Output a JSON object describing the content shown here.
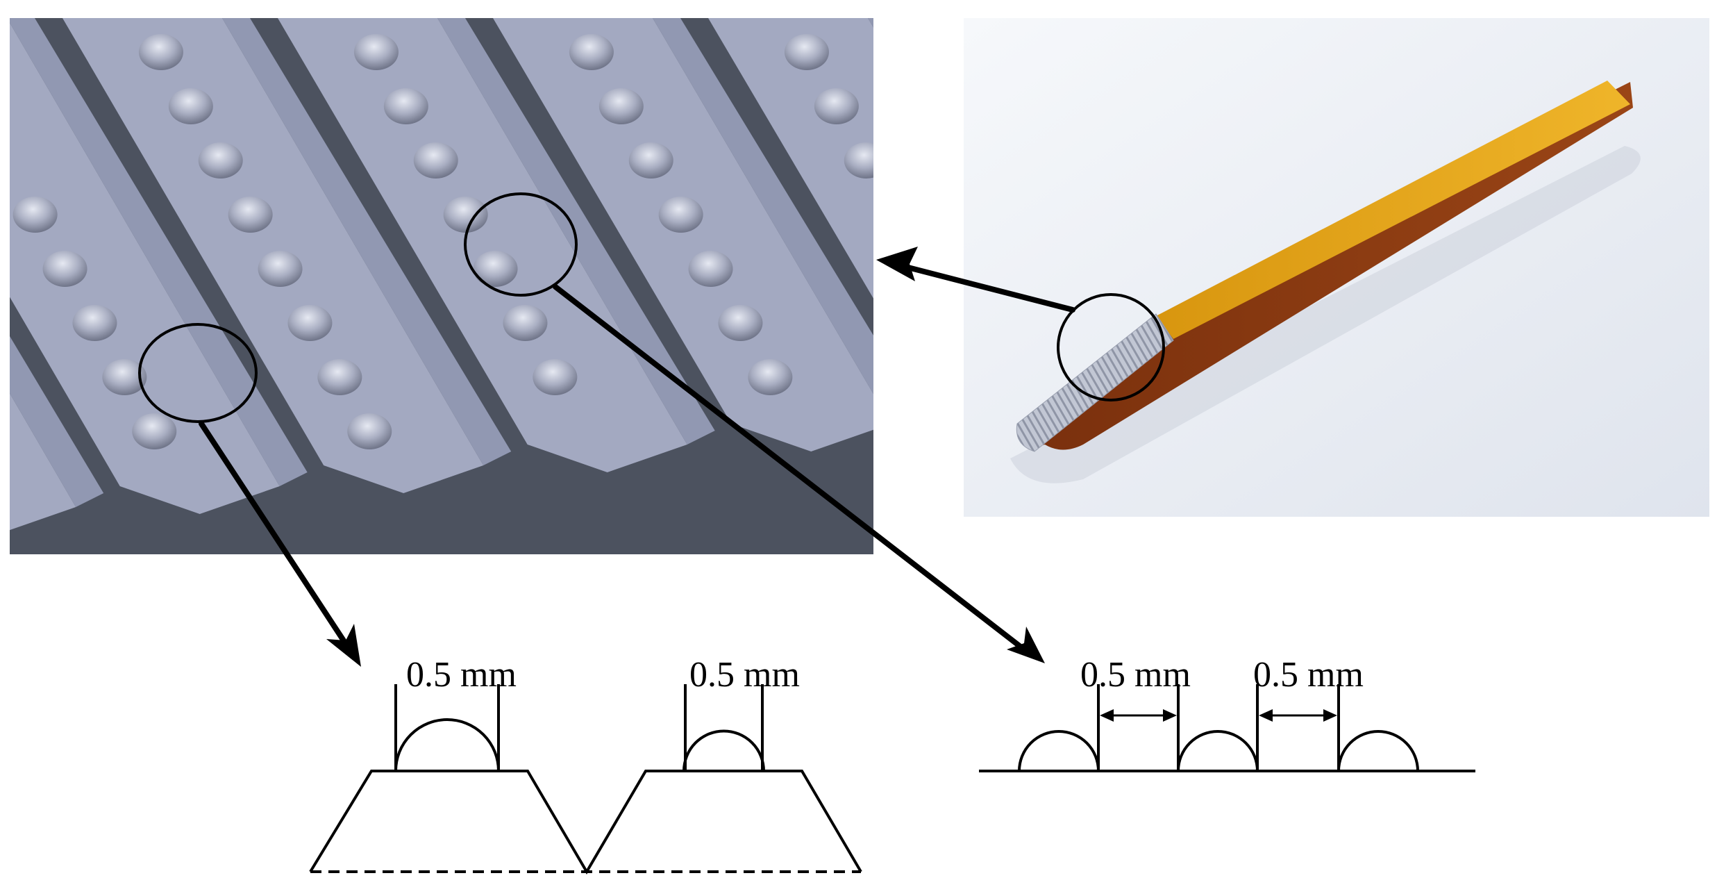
{
  "labels": {
    "bump_width_left": "0.5 mm",
    "bump_width_right": "0.5 mm",
    "spacing_left": "0.5 mm",
    "spacing_right": "0.5 mm"
  },
  "colors": {
    "ridge_face": "#a3a9c1",
    "ridge_shade": "#9198b2",
    "dark_base": "#4c525f",
    "blade_top": "#e3a318",
    "blade_side": "#8a3a12",
    "serration": "#b4b9c8",
    "render_bg": "#e8ecf3",
    "stroke": "#000000"
  }
}
